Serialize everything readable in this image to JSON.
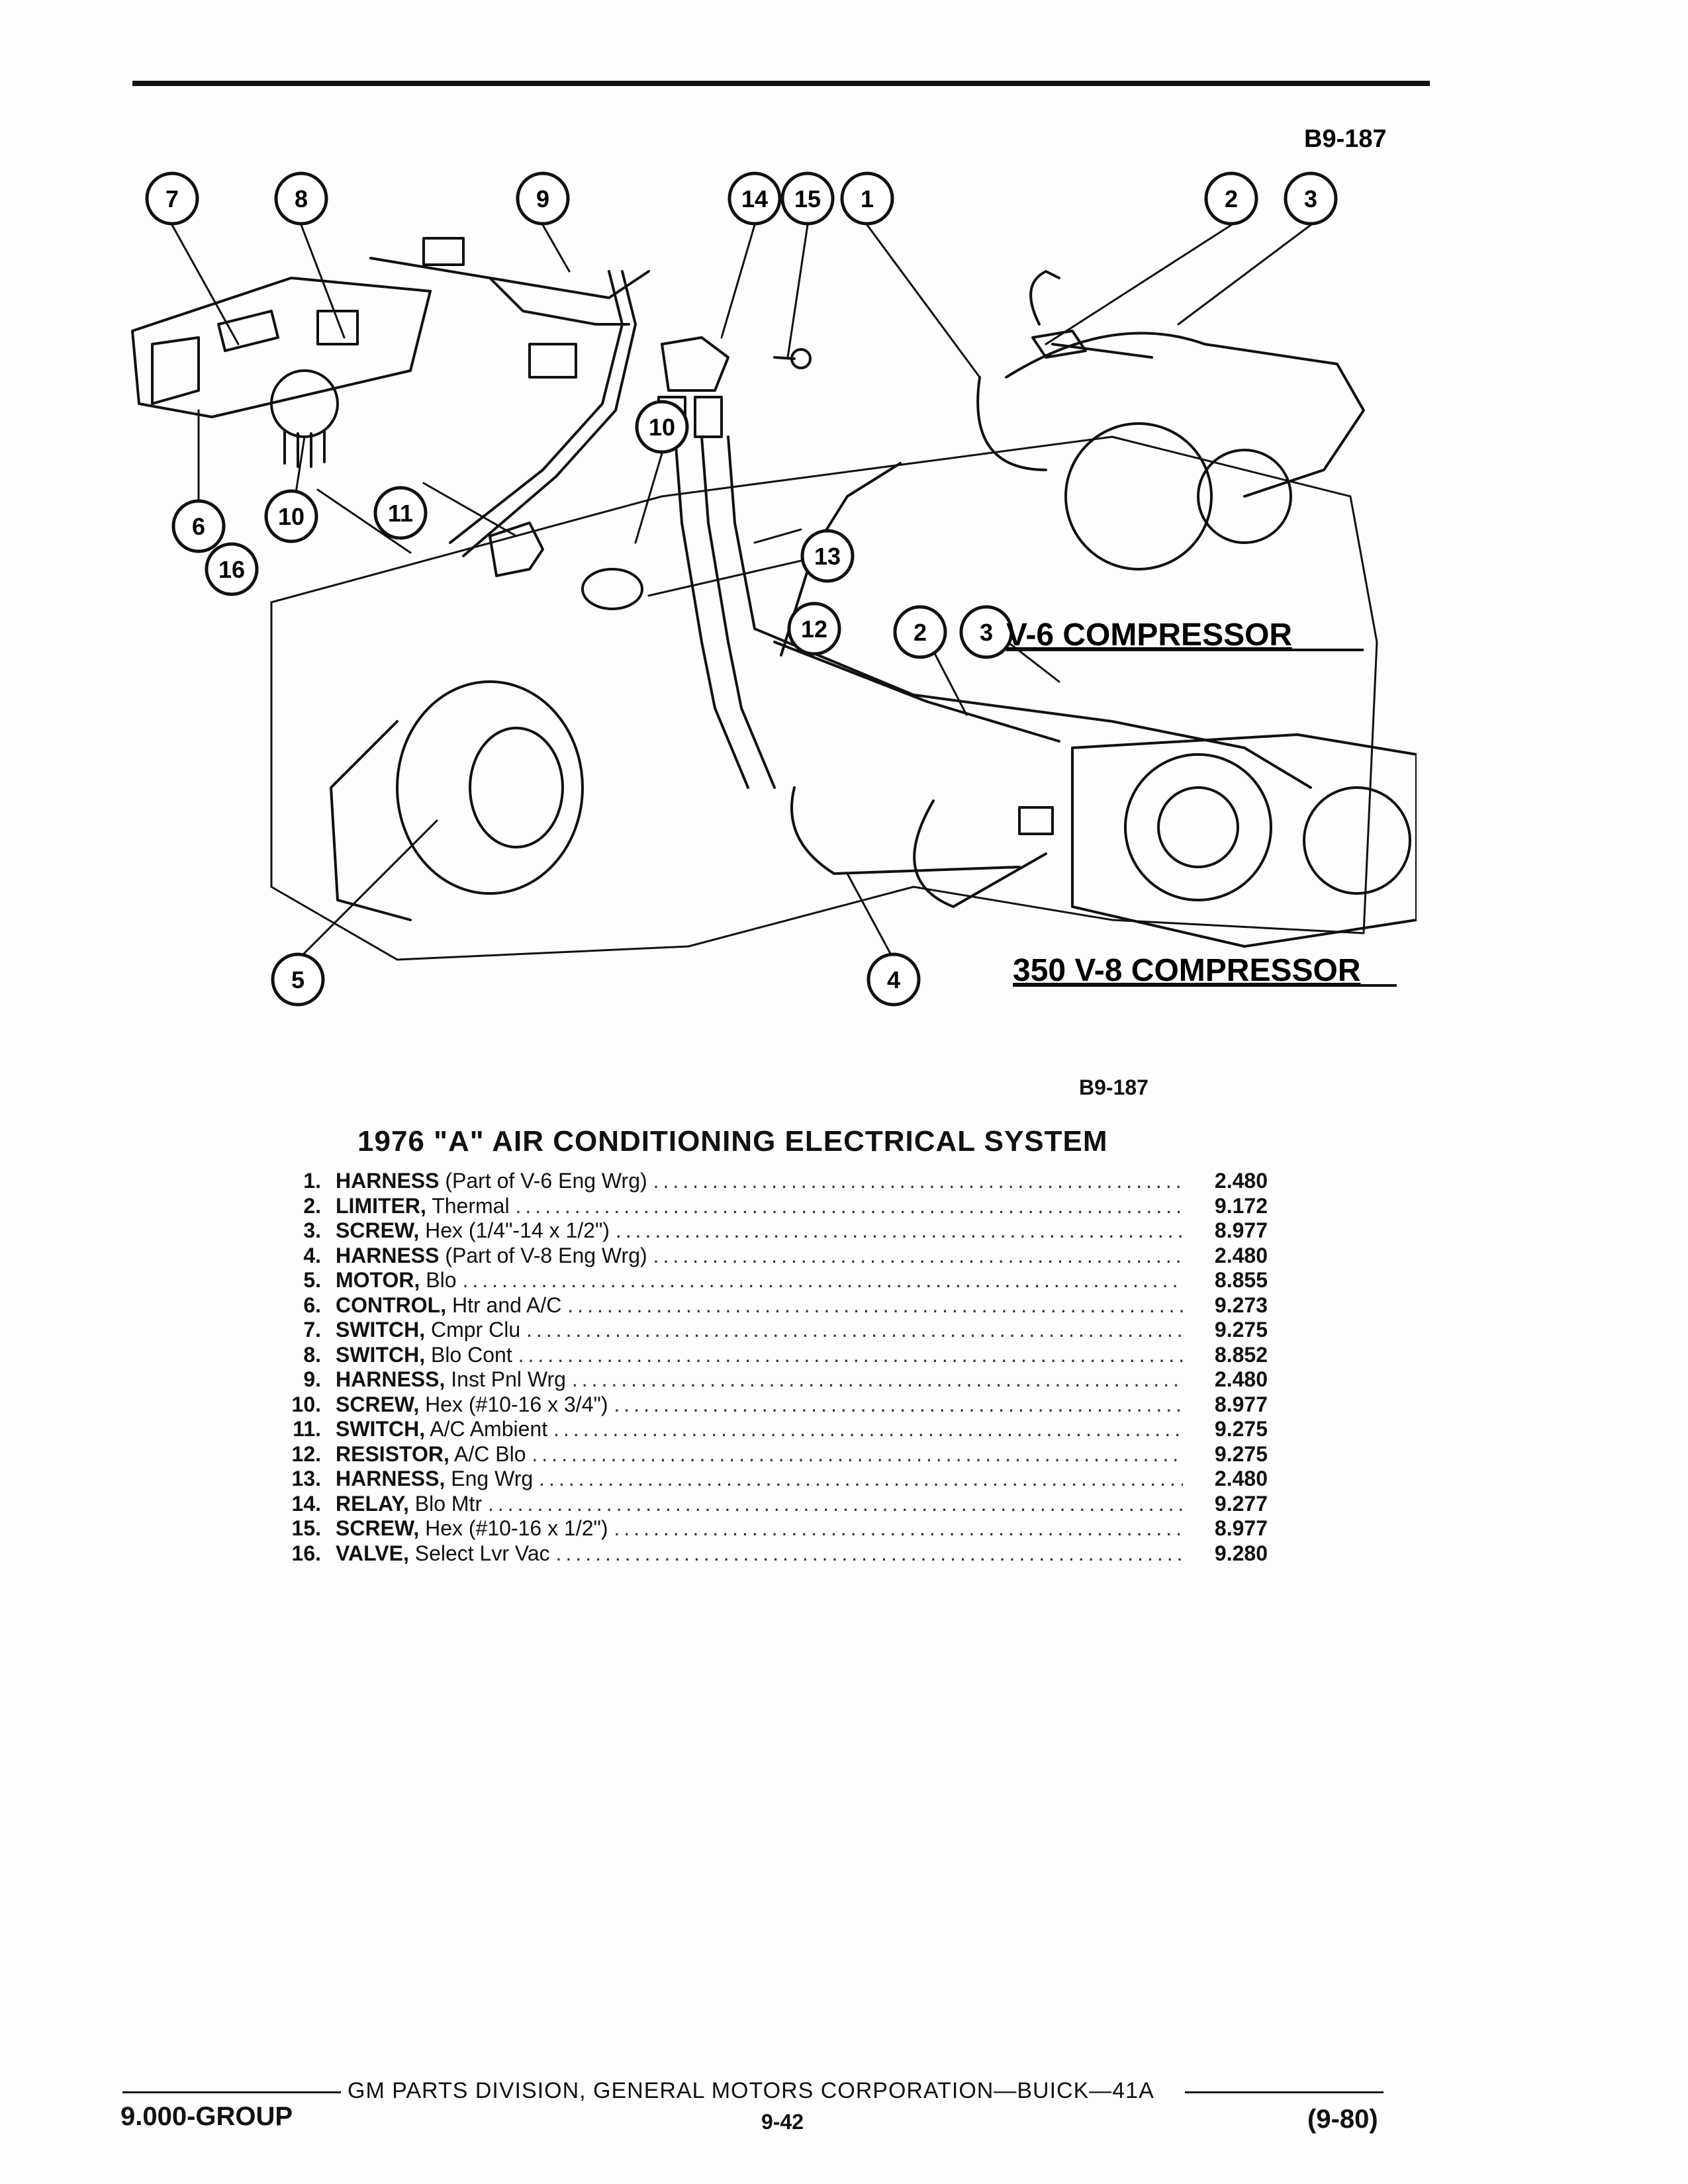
{
  "figure": {
    "code": "B9-187",
    "label_v6": "V-6 COMPRESSOR",
    "label_v8": "350 V-8 COMPRESSOR",
    "callouts": [
      "1",
      "2",
      "3",
      "4",
      "5",
      "6",
      "7",
      "8",
      "9",
      "10",
      "11",
      "12",
      "13",
      "14",
      "15",
      "16"
    ]
  },
  "caption_code": "B9-187",
  "title": "1976 \"A\" AIR CONDITIONING ELECTRICAL SYSTEM",
  "parts": [
    {
      "num": "1.",
      "name": "HARNESS",
      "desc": "(Part of V-6 Eng Wrg)",
      "group": "2.480"
    },
    {
      "num": "2.",
      "name": "LIMITER,",
      "desc": "Thermal",
      "group": "9.172"
    },
    {
      "num": "3.",
      "name": "SCREW,",
      "desc": "Hex (1/4\"-14 x 1/2\")",
      "group": "8.977"
    },
    {
      "num": "4.",
      "name": "HARNESS",
      "desc": "(Part of V-8 Eng Wrg)",
      "group": "2.480"
    },
    {
      "num": "5.",
      "name": "MOTOR,",
      "desc": "Blo",
      "group": "8.855"
    },
    {
      "num": "6.",
      "name": "CONTROL,",
      "desc": "Htr and A/C",
      "group": "9.273"
    },
    {
      "num": "7.",
      "name": "SWITCH,",
      "desc": "Cmpr Clu",
      "group": "9.275"
    },
    {
      "num": "8.",
      "name": "SWITCH,",
      "desc": "Blo Cont",
      "group": "8.852"
    },
    {
      "num": "9.",
      "name": "HARNESS,",
      "desc": "Inst Pnl Wrg",
      "group": "2.480"
    },
    {
      "num": "10.",
      "name": "SCREW,",
      "desc": "Hex (#10-16 x 3/4\")",
      "group": "8.977"
    },
    {
      "num": "11.",
      "name": "SWITCH,",
      "desc": "A/C Ambient",
      "group": "9.275"
    },
    {
      "num": "12.",
      "name": "RESISTOR,",
      "desc": "A/C Blo",
      "group": "9.275"
    },
    {
      "num": "13.",
      "name": "HARNESS,",
      "desc": "Eng Wrg",
      "group": "2.480"
    },
    {
      "num": "14.",
      "name": "RELAY,",
      "desc": "Blo Mtr",
      "group": "9.277"
    },
    {
      "num": "15.",
      "name": "SCREW,",
      "desc": "Hex (#10-16 x 1/2\")",
      "group": "8.977"
    },
    {
      "num": "16.",
      "name": "VALVE,",
      "desc": "Select Lvr Vac",
      "group": "9.280"
    }
  ],
  "footer": {
    "center": "GM PARTS DIVISION, GENERAL MOTORS CORPORATION—BUICK—41A",
    "group": "9.000-GROUP",
    "page": "9-42",
    "date": "(9-80)"
  }
}
